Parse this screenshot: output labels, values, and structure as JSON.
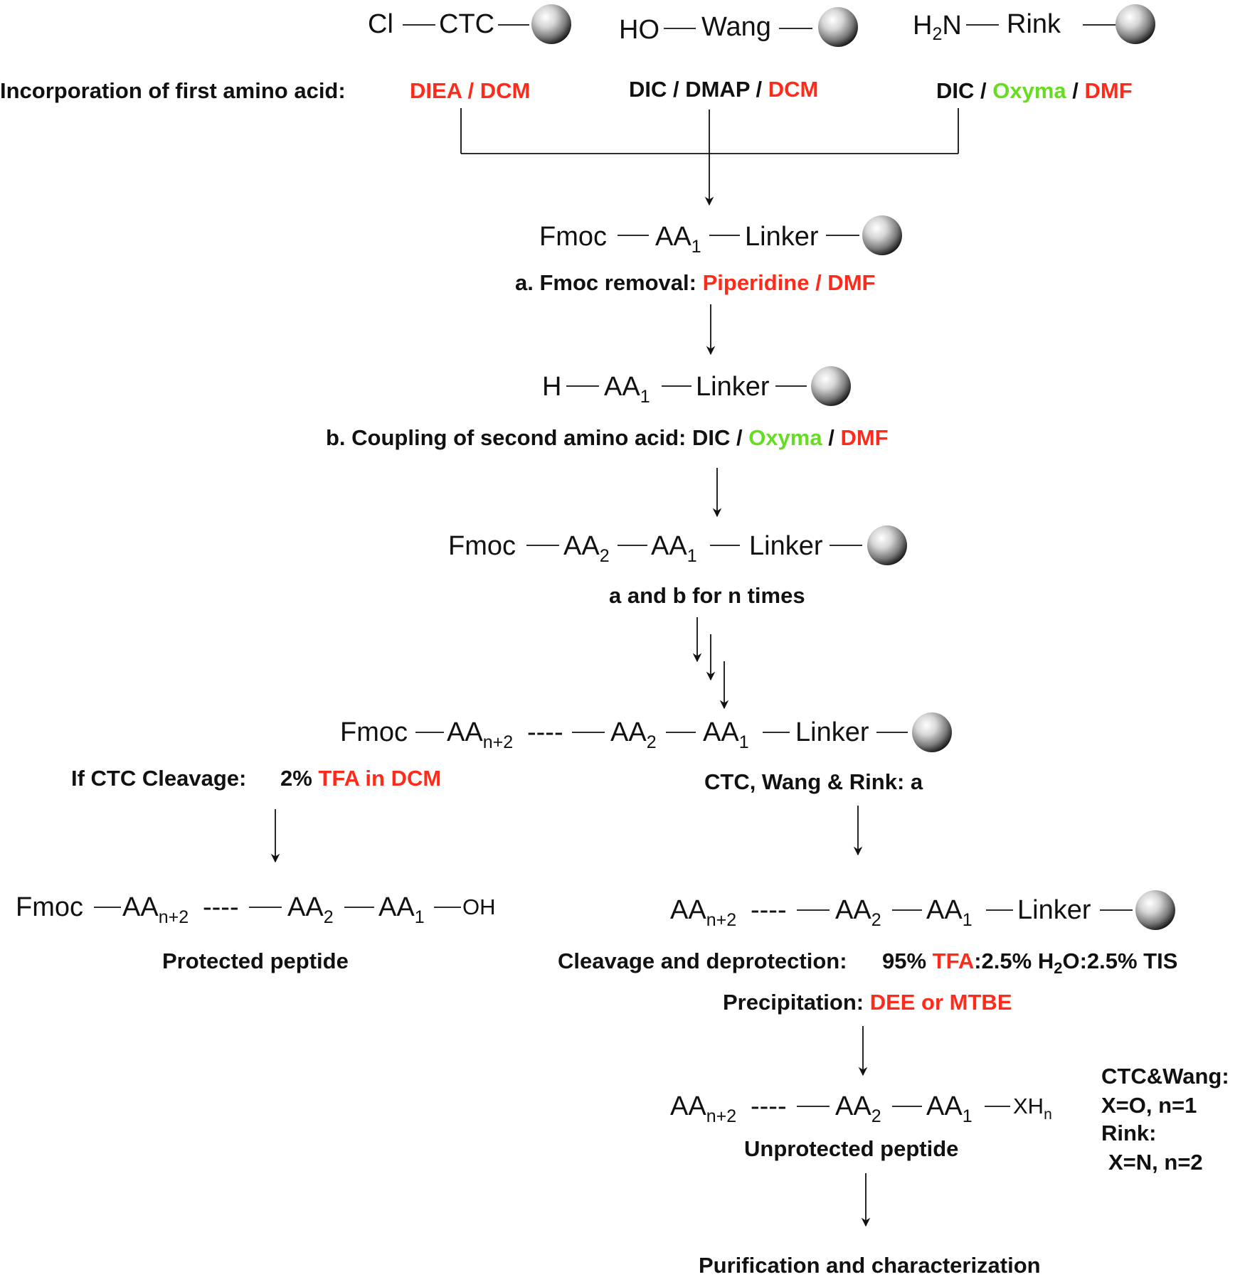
{
  "colors": {
    "text": "#111111",
    "red": "#ff2a1a",
    "green": "#66dd22",
    "bead_light": "#ffffff",
    "bead_mid": "#9a9a9a",
    "bead_dark": "#151515"
  },
  "icons": {
    "resin_bead": "grey-sphere-icon",
    "arrow": "down-arrow-icon"
  },
  "resins": {
    "ctc": {
      "group": "Cl",
      "name": "CTC"
    },
    "wang": {
      "group": "HO",
      "name": "Wang"
    },
    "rink": {
      "group_main": "H",
      "group_sub": "2",
      "group_tail": "N",
      "name": "Rink"
    }
  },
  "first_aa": {
    "label": "Incorporation of first amino acid:",
    "ctc_reagents": "DIEA / DCM",
    "wang_reagents_a": "DIC / DMAP / ",
    "wang_reagents_b": "DCM",
    "rink_reagents_a": "DIC / ",
    "rink_reagents_b": "Oxyma",
    "rink_reagents_c": " / ",
    "rink_reagents_d": "DMF"
  },
  "units": {
    "fmoc": "Fmoc",
    "h": "H",
    "aa": "AA",
    "sub_1": "1",
    "sub_2": "2",
    "sub_n2": "n+2",
    "linker": "Linker",
    "dots": "----",
    "oh": "OH",
    "x": "XH",
    "sub_n": "n"
  },
  "step_a": {
    "label": "a. Fmoc removal: ",
    "reagents": "Piperidine / DMF"
  },
  "step_b": {
    "label": "b. Coupling of second amino acid: DIC / ",
    "reagent_green": "Oxyma",
    "sep": " / ",
    "reagent_red": "DMF"
  },
  "repeat": {
    "label": "a and b for n times"
  },
  "ctc_cleavage": {
    "label": "If CTC Cleavage:",
    "percent": "2% ",
    "reagent": "TFA in DCM"
  },
  "all_resins": {
    "label": "CTC, Wang & Rink: a"
  },
  "protected": {
    "label": "Protected peptide"
  },
  "deprotection": {
    "label": "Cleavage and deprotection:",
    "percent": "95% ",
    "reagent": "TFA",
    "rest_a": ":2.5% H",
    "rest_sub": "2",
    "rest_b": "O:2.5% TIS"
  },
  "precipitation": {
    "label": "Precipitation: ",
    "reagent": "DEE or MTBE"
  },
  "unprotected": {
    "label": "Unprotected peptide"
  },
  "note": {
    "line1": "CTC&Wang:",
    "line2": "X=O, n=1",
    "line3": "Rink:",
    "line4": "X=N, n=2"
  },
  "final": {
    "label": "Purification and characterization"
  }
}
